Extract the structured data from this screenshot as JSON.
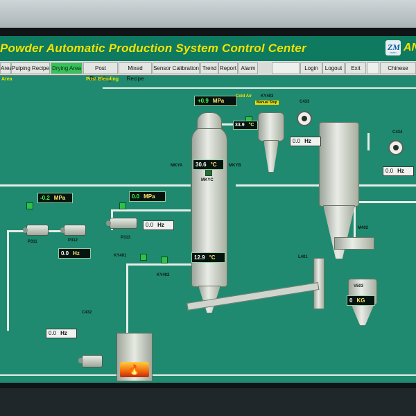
{
  "header": {
    "title": "Powder Automatic Production System Control Center",
    "brand": "AN",
    "logo_mark": "ZM",
    "logo_sub": "MEMO"
  },
  "menu": [
    {
      "label": "Area"
    },
    {
      "label": "Pulping Recipe"
    },
    {
      "label": "Drying Area",
      "active": true
    },
    {
      "label": "Post Blending"
    },
    {
      "label": "Mixed Recipe"
    },
    {
      "label": "Sensor Calibration"
    },
    {
      "label": "Trend"
    },
    {
      "label": "Report"
    },
    {
      "label": "Alarm"
    },
    {
      "label": ""
    },
    {
      "label": "Login"
    },
    {
      "label": "Logout"
    },
    {
      "label": "Exit"
    },
    {
      "label": ""
    },
    {
      "label": "Chinese"
    }
  ],
  "area_labels": {
    "left": "Area",
    "right": "Post Blending"
  },
  "readouts": {
    "tower_pressure": {
      "value": "+0.9",
      "unit": "MPa"
    },
    "tower_top_temp": {
      "value": "30.6",
      "unit": "°C"
    },
    "tower_bottom_temp": {
      "value": "12.9",
      "unit": "°C"
    },
    "cold_air_temp": {
      "value": "33.9",
      "unit": "°C"
    },
    "p311_pressure": {
      "value": "-0.2",
      "unit": "MPa"
    },
    "p313_pressure": {
      "value": "0.0",
      "unit": "MPa"
    },
    "p312_freq": {
      "value": "0.0",
      "unit": "Hz"
    },
    "p313_freq": {
      "value": "0.0",
      "unit": "Hz"
    },
    "c433_freq": {
      "value": "0.0",
      "unit": "Hz"
    },
    "c434_freq": {
      "value": "0.0",
      "unit": "Hz"
    },
    "c432_freq": {
      "value": "0.0",
      "unit": "Hz"
    },
    "v503_weight": {
      "value": "0",
      "unit": "KG"
    }
  },
  "labels": {
    "cold_air": "Cold Air",
    "ky403": "KY403",
    "manual_stop": "Manual Stop",
    "c433": "C433",
    "c434": "C434",
    "mkya": "MKYA",
    "mkyb": "MKYB",
    "mkyc": "MKYC",
    "p311": "P311",
    "p312": "P312",
    "p313": "P313",
    "ky401": "KY401",
    "ky402": "KY402",
    "c432": "C432",
    "l401": "L401",
    "m402": "M402",
    "v503": "V503"
  }
}
